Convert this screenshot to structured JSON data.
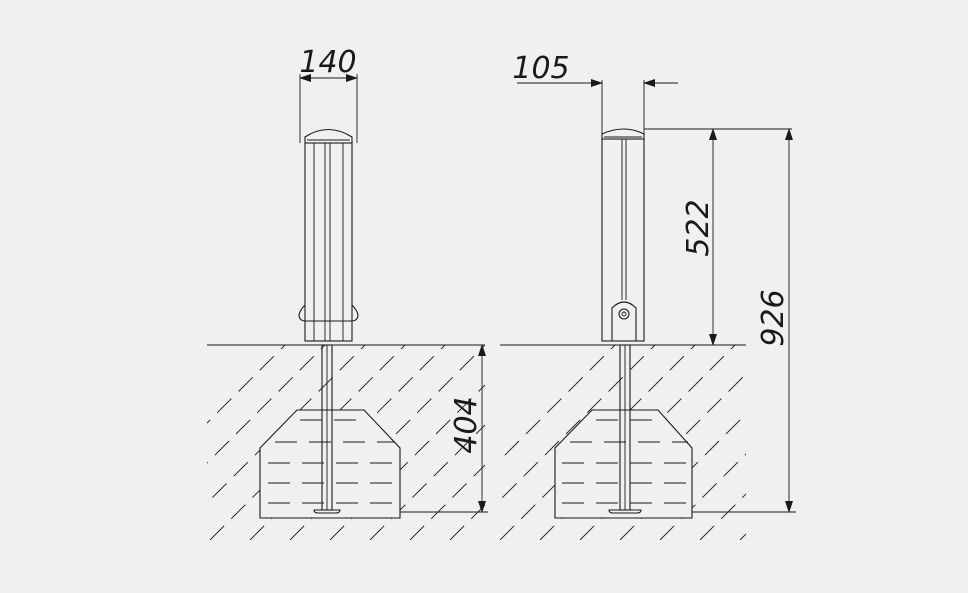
{
  "dimensions": {
    "front_width": "140",
    "side_width": "105",
    "above_ground": "522",
    "total_height": "926",
    "foundation_depth": "404"
  },
  "colors": {
    "background": "#f0f0f0",
    "line": "#1a1a1a"
  }
}
